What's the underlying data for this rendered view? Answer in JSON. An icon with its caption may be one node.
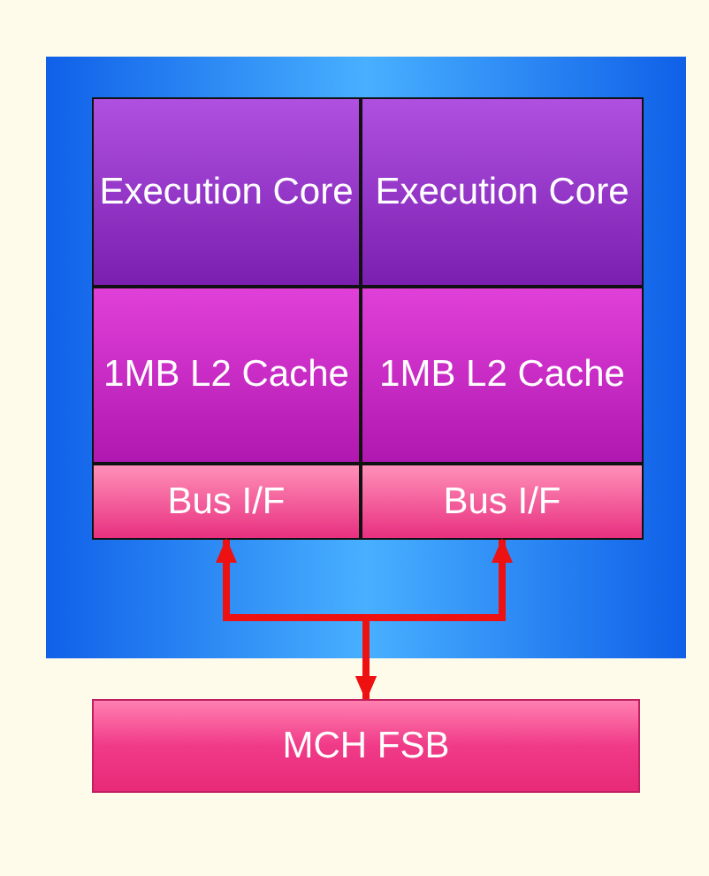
{
  "diagram": {
    "nodes": [
      {
        "text": [],
        "shape": "box"
      },
      {
        "text": [
          "Execution Core"
        ],
        "in": 0
      },
      {
        "text": [
          "Execution Core"
        ],
        "in": 0
      },
      {
        "text": [
          "1MB L2 Cache"
        ],
        "in": 0
      },
      {
        "text": [
          "1MB L2 Cache"
        ],
        "in": 0
      },
      {
        "text": [
          "Bus I/F"
        ],
        "in": 0
      },
      {
        "text": [
          "Bus I/F"
        ],
        "in": 0
      },
      {
        "text": [
          "MCH FSB"
        ]
      }
    ],
    "edges": [
      {
        "from": 7,
        "to": 5,
        "arrow": "both"
      },
      {
        "from": 7,
        "to": 6,
        "arrow": "both"
      }
    ]
  }
}
